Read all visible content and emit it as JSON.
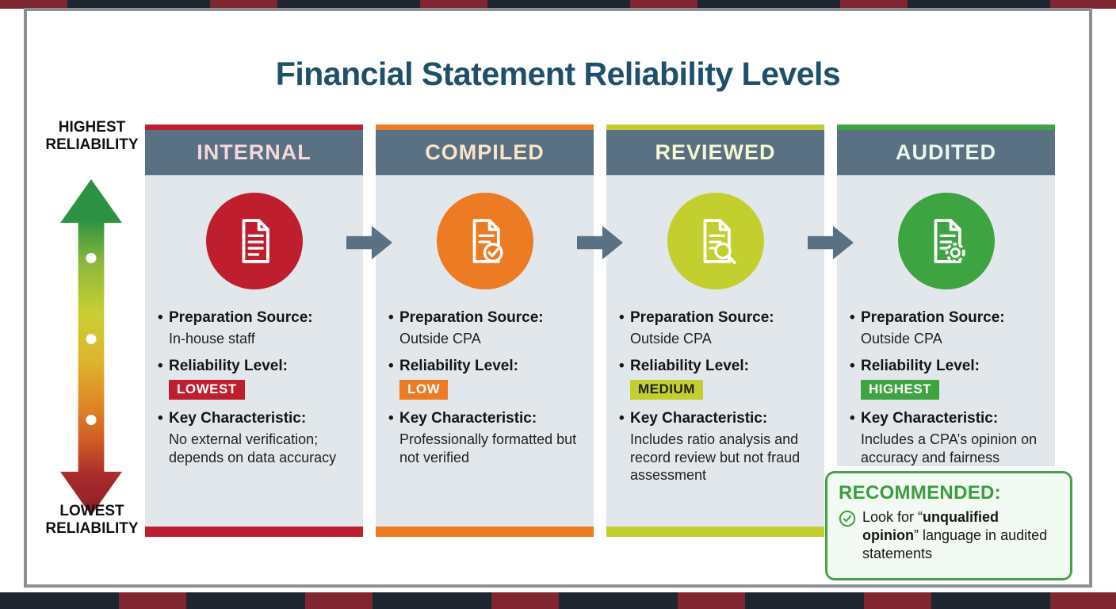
{
  "title": "Financial Statement Reliability Levels",
  "scale": {
    "top_label": "HIGHEST\nRELIABILITY",
    "bottom_label": "LOWEST\nRELIABILITY",
    "gradient_top_color": "#2d9143",
    "gradient_bottom_color": "#8c1f28"
  },
  "header_bar_color": "#5a7183",
  "columns": [
    {
      "name": "INTERNAL",
      "color": "#bf1e2e",
      "header_text_color": "#f3d9da",
      "icon": "document-icon",
      "bullets": {
        "prep_label": "Preparation Source:",
        "prep_value": "In-house staff",
        "rel_label": "Reliability Level:",
        "badge": "LOWEST",
        "badge_bg": "#bf1e2e",
        "badge_text": "#ffffff",
        "key_label": "Key Characteristic:",
        "key_value": "No external verification; depends on data accuracy"
      }
    },
    {
      "name": "COMPILED",
      "color": "#ec7b23",
      "header_text_color": "#fbe3c8",
      "icon": "document-check-icon",
      "bullets": {
        "prep_label": "Preparation Source:",
        "prep_value": "Outside CPA",
        "rel_label": "Reliability Level:",
        "badge": "LOW",
        "badge_bg": "#ec7b23",
        "badge_text": "#ffffff",
        "key_label": "Key Characteristic:",
        "key_value": "Professionally formatted but not verified"
      }
    },
    {
      "name": "REVIEWED",
      "color": "#c2cf2e",
      "header_text_color": "#f5f8d0",
      "icon": "document-magnifier-icon",
      "bullets": {
        "prep_label": "Preparation Source:",
        "prep_value": "Outside CPA",
        "rel_label": "Reliability Level:",
        "badge": "MEDIUM",
        "badge_bg": "#c2cf2e",
        "badge_text": "#222222",
        "key_label": "Key Characteristic:",
        "key_value": "Includes ratio analysis and record review but not fraud assessment"
      }
    },
    {
      "name": "AUDITED",
      "color": "#3ea341",
      "header_text_color": "#e9f7e9",
      "icon": "document-seal-icon",
      "bullets": {
        "prep_label": "Preparation Source:",
        "prep_value": "Outside CPA",
        "rel_label": "Reliability Level:",
        "badge": "HIGHEST",
        "badge_bg": "#3ea341",
        "badge_text": "#ffffff",
        "key_label": "Key Characteristic:",
        "key_value": "Includes a CPA’s opinion on accuracy and fairness"
      }
    }
  ],
  "recommended": {
    "title": "RECOMMENDED:",
    "prefix": "Look for “",
    "bold": "unqualified opinion",
    "suffix": "” language in audited statements",
    "border_color": "#45a248",
    "title_color": "#3b9e3e",
    "icon": "check-circle-icon"
  }
}
